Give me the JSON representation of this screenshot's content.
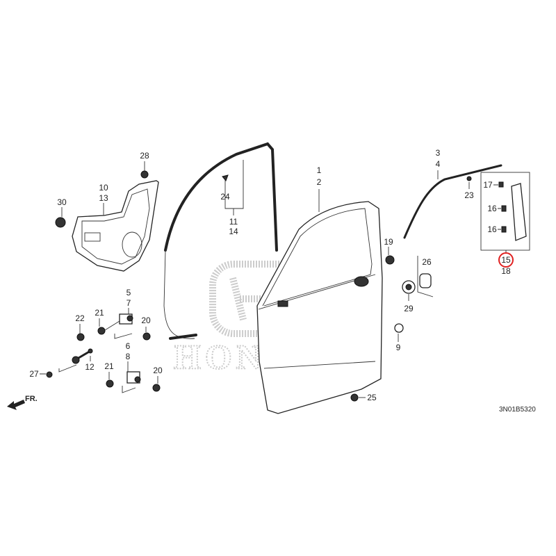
{
  "diagram": {
    "watermark": "HONDA",
    "diagram_code": "3N01B5320",
    "direction_label": "FR.",
    "highlight_color": "#e02020",
    "highlighted_part": "15",
    "callouts": {
      "c1": "1",
      "c2": "2",
      "c3": "3",
      "c4": "4",
      "c5": "5",
      "c6": "6",
      "c7": "7",
      "c8": "8",
      "c9": "9",
      "c10": "10",
      "c11": "11",
      "c12": "12",
      "c13": "13",
      "c14": "14",
      "c15": "15",
      "c16a": "16",
      "c16b": "16",
      "c17": "17",
      "c18": "18",
      "c19": "19",
      "c20a": "20",
      "c20b": "20",
      "c21a": "21",
      "c21b": "21",
      "c22": "22",
      "c23": "23",
      "c24": "24",
      "c25": "25",
      "c26": "26",
      "c27": "27",
      "c28": "28",
      "c29": "29",
      "c30": "30"
    }
  }
}
